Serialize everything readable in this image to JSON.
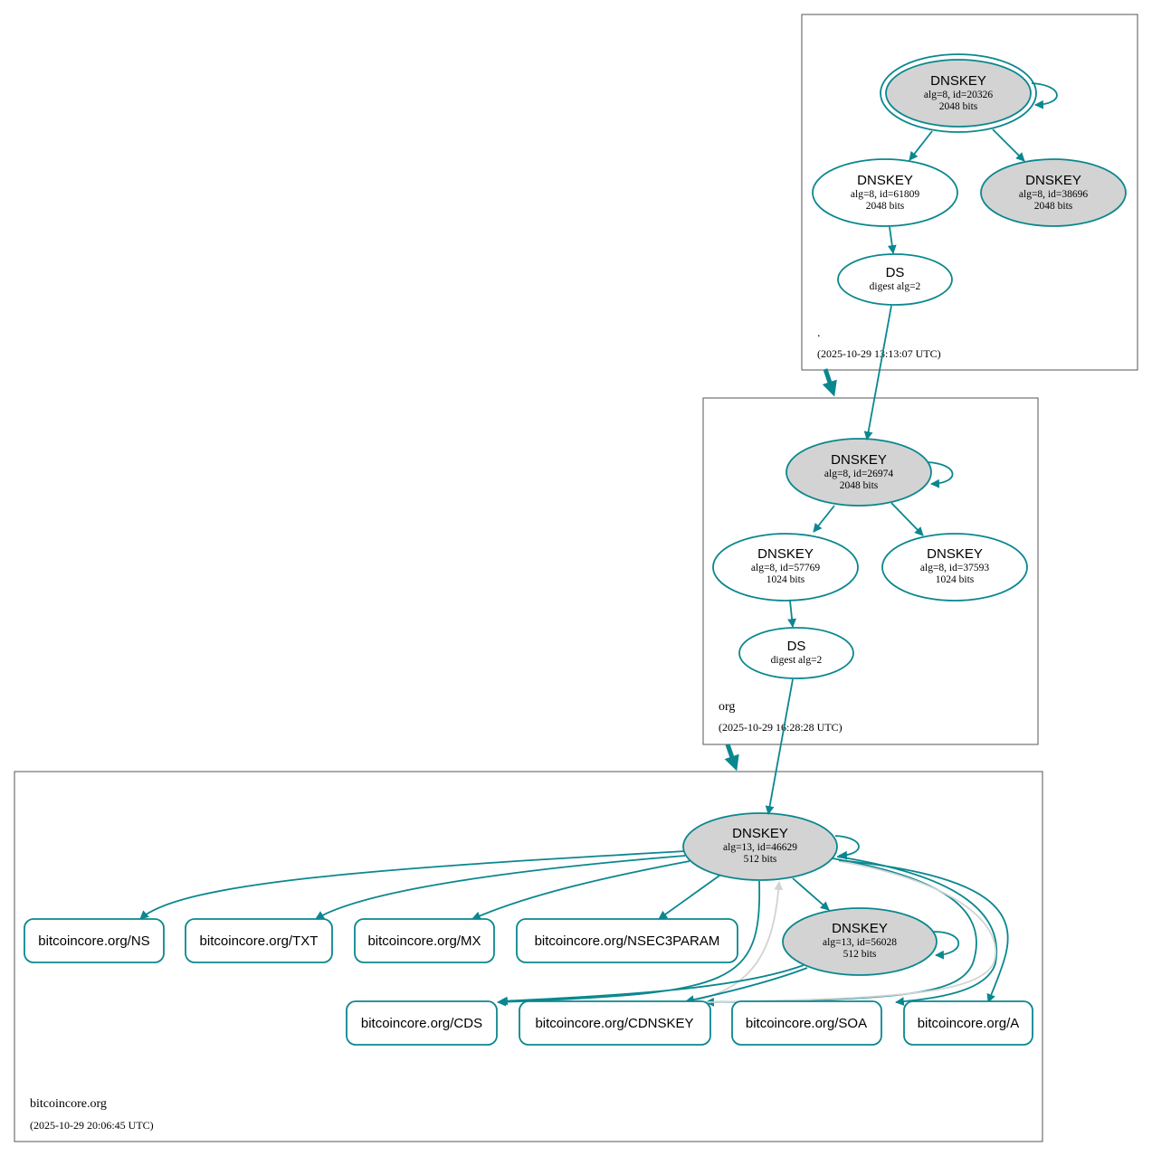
{
  "colors": {
    "accent": "#0a878f",
    "key_fill_sep": "#d3d3d3",
    "key_fill_zsk": "#ffffff",
    "edge_gray": "#d3d3d3",
    "zone_border": "#555555"
  },
  "zones": [
    {
      "id": "root",
      "name": ".",
      "timestamp": "(2025-10-29 13:13:07 UTC)",
      "keys": [
        {
          "title": "DNSKEY",
          "params": "alg=8, id=20326",
          "size": "2048 bits",
          "trust_anchor": true,
          "sep": true
        },
        {
          "title": "DNSKEY",
          "params": "alg=8, id=61809",
          "size": "2048 bits",
          "sep": false
        },
        {
          "title": "DNSKEY",
          "params": "alg=8, id=38696",
          "size": "2048 bits",
          "sep": true
        }
      ],
      "ds": {
        "title": "DS",
        "digest": "digest alg=2"
      }
    },
    {
      "id": "org",
      "name": "org",
      "timestamp": "(2025-10-29 16:28:28 UTC)",
      "keys": [
        {
          "title": "DNSKEY",
          "params": "alg=8, id=26974",
          "size": "2048 bits",
          "sep": true
        },
        {
          "title": "DNSKEY",
          "params": "alg=8, id=57769",
          "size": "1024 bits",
          "sep": false
        },
        {
          "title": "DNSKEY",
          "params": "alg=8, id=37593",
          "size": "1024 bits",
          "sep": false
        }
      ],
      "ds": {
        "title": "DS",
        "digest": "digest alg=2"
      }
    },
    {
      "id": "bitcoincore",
      "name": "bitcoincore.org",
      "timestamp": "(2025-10-29 20:06:45 UTC)",
      "keys": [
        {
          "title": "DNSKEY",
          "params": "alg=13, id=46629",
          "size": "512 bits",
          "sep": true
        },
        {
          "title": "DNSKEY",
          "params": "alg=13, id=56028",
          "size": "512 bits",
          "sep": true
        }
      ],
      "rrsets": [
        "bitcoincore.org/NS",
        "bitcoincore.org/TXT",
        "bitcoincore.org/MX",
        "bitcoincore.org/NSEC3PARAM",
        "bitcoincore.org/CDS",
        "bitcoincore.org/CDNSKEY",
        "bitcoincore.org/SOA",
        "bitcoincore.org/A"
      ]
    }
  ]
}
